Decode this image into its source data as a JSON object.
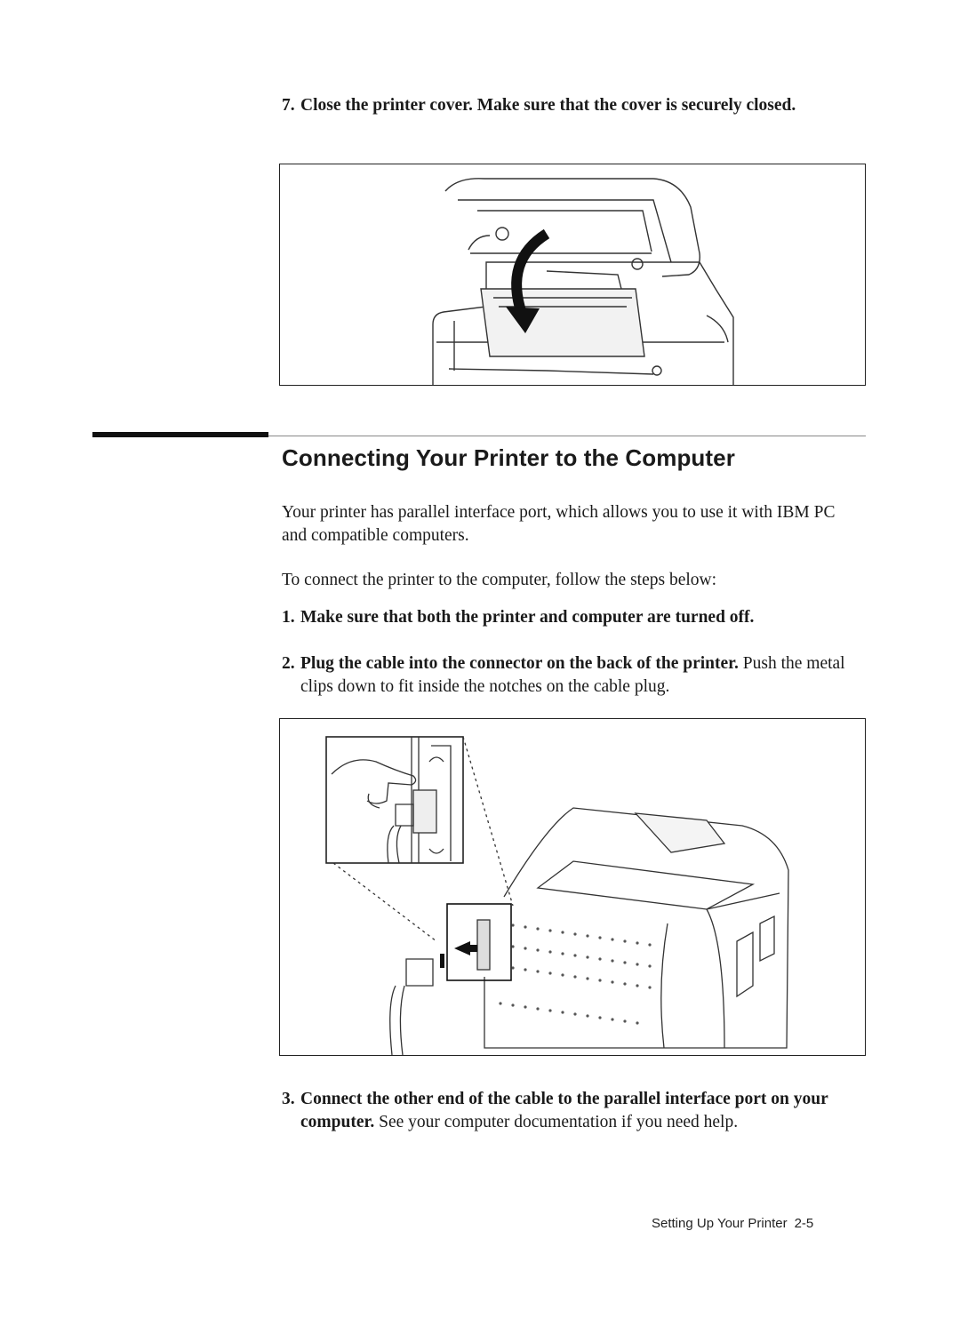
{
  "step7": {
    "number": "7.",
    "bold": "Close the printer cover. Make sure that the cover is securely closed."
  },
  "section": {
    "title": "Connecting Your Printer to the Computer",
    "intro": "Your printer has parallel interface port, which allows you to use it with IBM PC and compatible computers.",
    "lead": "To connect the printer to the computer, follow the steps below:"
  },
  "steps": [
    {
      "number": "1.",
      "bold": "Make sure that both the printer and computer are turned off.",
      "normal": ""
    },
    {
      "number": "2.",
      "bold": "Plug the cable into the connector on the back of the printer.",
      "normal": " Push the metal clips down to fit inside the notches on the cable plug."
    },
    {
      "number": "3.",
      "bold": "Connect the other end of the cable to the parallel interface port on your computer.",
      "normal": " See your computer documentation if you need help."
    }
  ],
  "footer": {
    "text": "Setting Up Your Printer",
    "page": "2-5"
  }
}
